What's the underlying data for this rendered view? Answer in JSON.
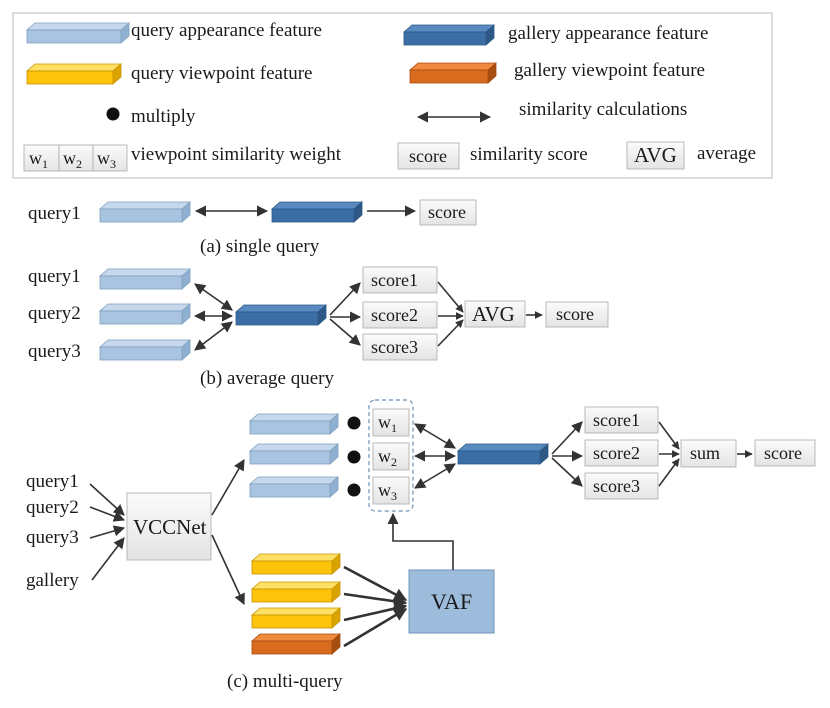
{
  "legend": {
    "query_appearance": "query appearance feature",
    "gallery_appearance": "gallery appearance feature",
    "query_viewpoint": "query viewpoint feature",
    "gallery_viewpoint": "gallery viewpoint feature",
    "multiply": "multiply",
    "similarity_calc": "similarity calculations",
    "weight_symbols": [
      "w1",
      "w2",
      "w3"
    ],
    "viewpoint_weight": "viewpoint similarity weight",
    "score_box": "score",
    "similarity_score": "similarity score",
    "avg_box": "AVG",
    "average": "average"
  },
  "colors": {
    "query_appearance": "#a9c4e0",
    "gallery_appearance": "#3a6ea5",
    "query_viewpoint": "#fdc20a",
    "gallery_viewpoint": "#d96b1e",
    "vaf_box": "#9dbcdb"
  },
  "single": {
    "query": "query1",
    "score": "score",
    "caption": "(a) single query"
  },
  "average": {
    "queries": [
      "query1",
      "query2",
      "query3"
    ],
    "scores": [
      "score1",
      "score2",
      "score3"
    ],
    "avg": "AVG",
    "score": "score",
    "caption": "(b) average query"
  },
  "multi": {
    "inputs": [
      "query1",
      "query2",
      "query3",
      "gallery"
    ],
    "net": "VCCNet",
    "weights": [
      "w1",
      "w2",
      "w3"
    ],
    "scores": [
      "score1",
      "score2",
      "score3"
    ],
    "sum": "sum",
    "score": "score",
    "vaf": "VAF",
    "caption": "(c) multi-query"
  }
}
